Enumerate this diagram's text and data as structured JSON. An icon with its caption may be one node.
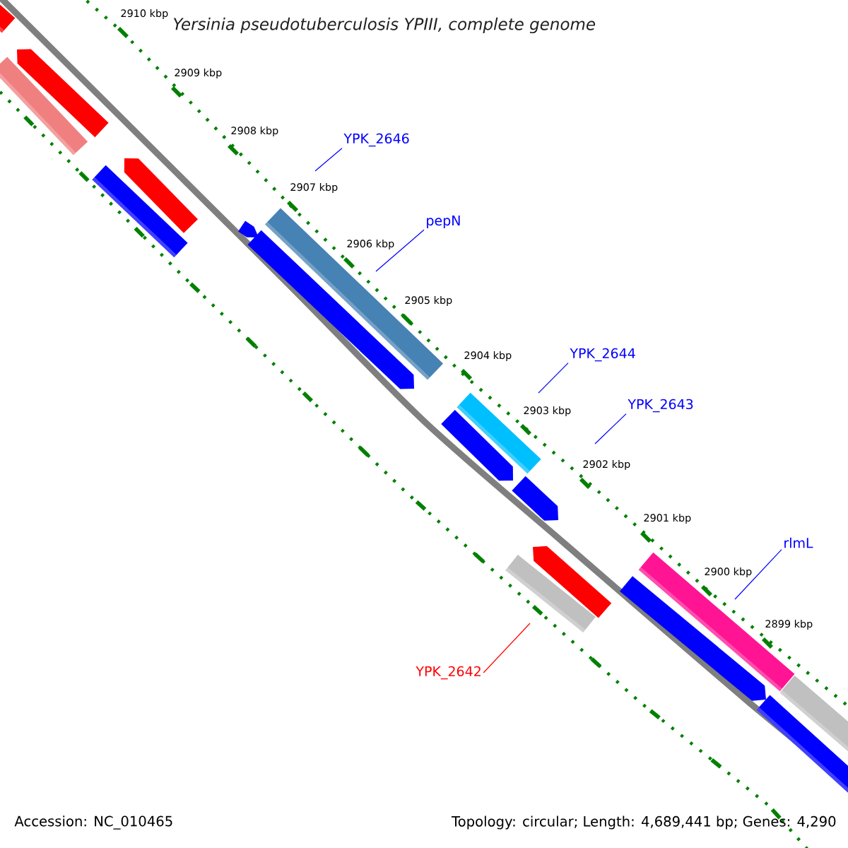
{
  "diagram": {
    "title": "Yersinia pseudotuberculosis YPIII, complete genome",
    "nodes": [
      {
        "text": [
          "YPK_2646"
        ]
      },
      {
        "text": [
          "pepN"
        ]
      },
      {
        "text": [
          "YPK_2644"
        ]
      },
      {
        "text": [
          "YPK_2643"
        ]
      },
      {
        "text": [
          "rlmL"
        ]
      },
      {
        "text": [
          "YPK_2642"
        ]
      }
    ],
    "edges": [
      {
        "from": 0,
        "to": null,
        "arrow": "none"
      },
      {
        "from": 1,
        "to": null,
        "arrow": "none"
      },
      {
        "from": 2,
        "to": null,
        "arrow": "none"
      },
      {
        "from": 3,
        "to": null,
        "arrow": "none"
      },
      {
        "from": 4,
        "to": null,
        "arrow": "none"
      },
      {
        "from": 5,
        "to": null,
        "arrow": "none",
        "color": "#ff0000"
      }
    ],
    "labels": [
      "2910 kbp",
      "2909 kbp",
      "2908 kbp",
      "2907 kbp",
      "2906 kbp",
      "2905 kbp",
      "2904 kbp",
      "2903 kbp",
      "2902 kbp",
      "2901 kbp",
      "2900 kbp",
      "2899 kbp",
      "Accession: NC_010465",
      "Topology: circular; Length: 4,689,441 bp; Genes: 4,290"
    ]
  }
}
